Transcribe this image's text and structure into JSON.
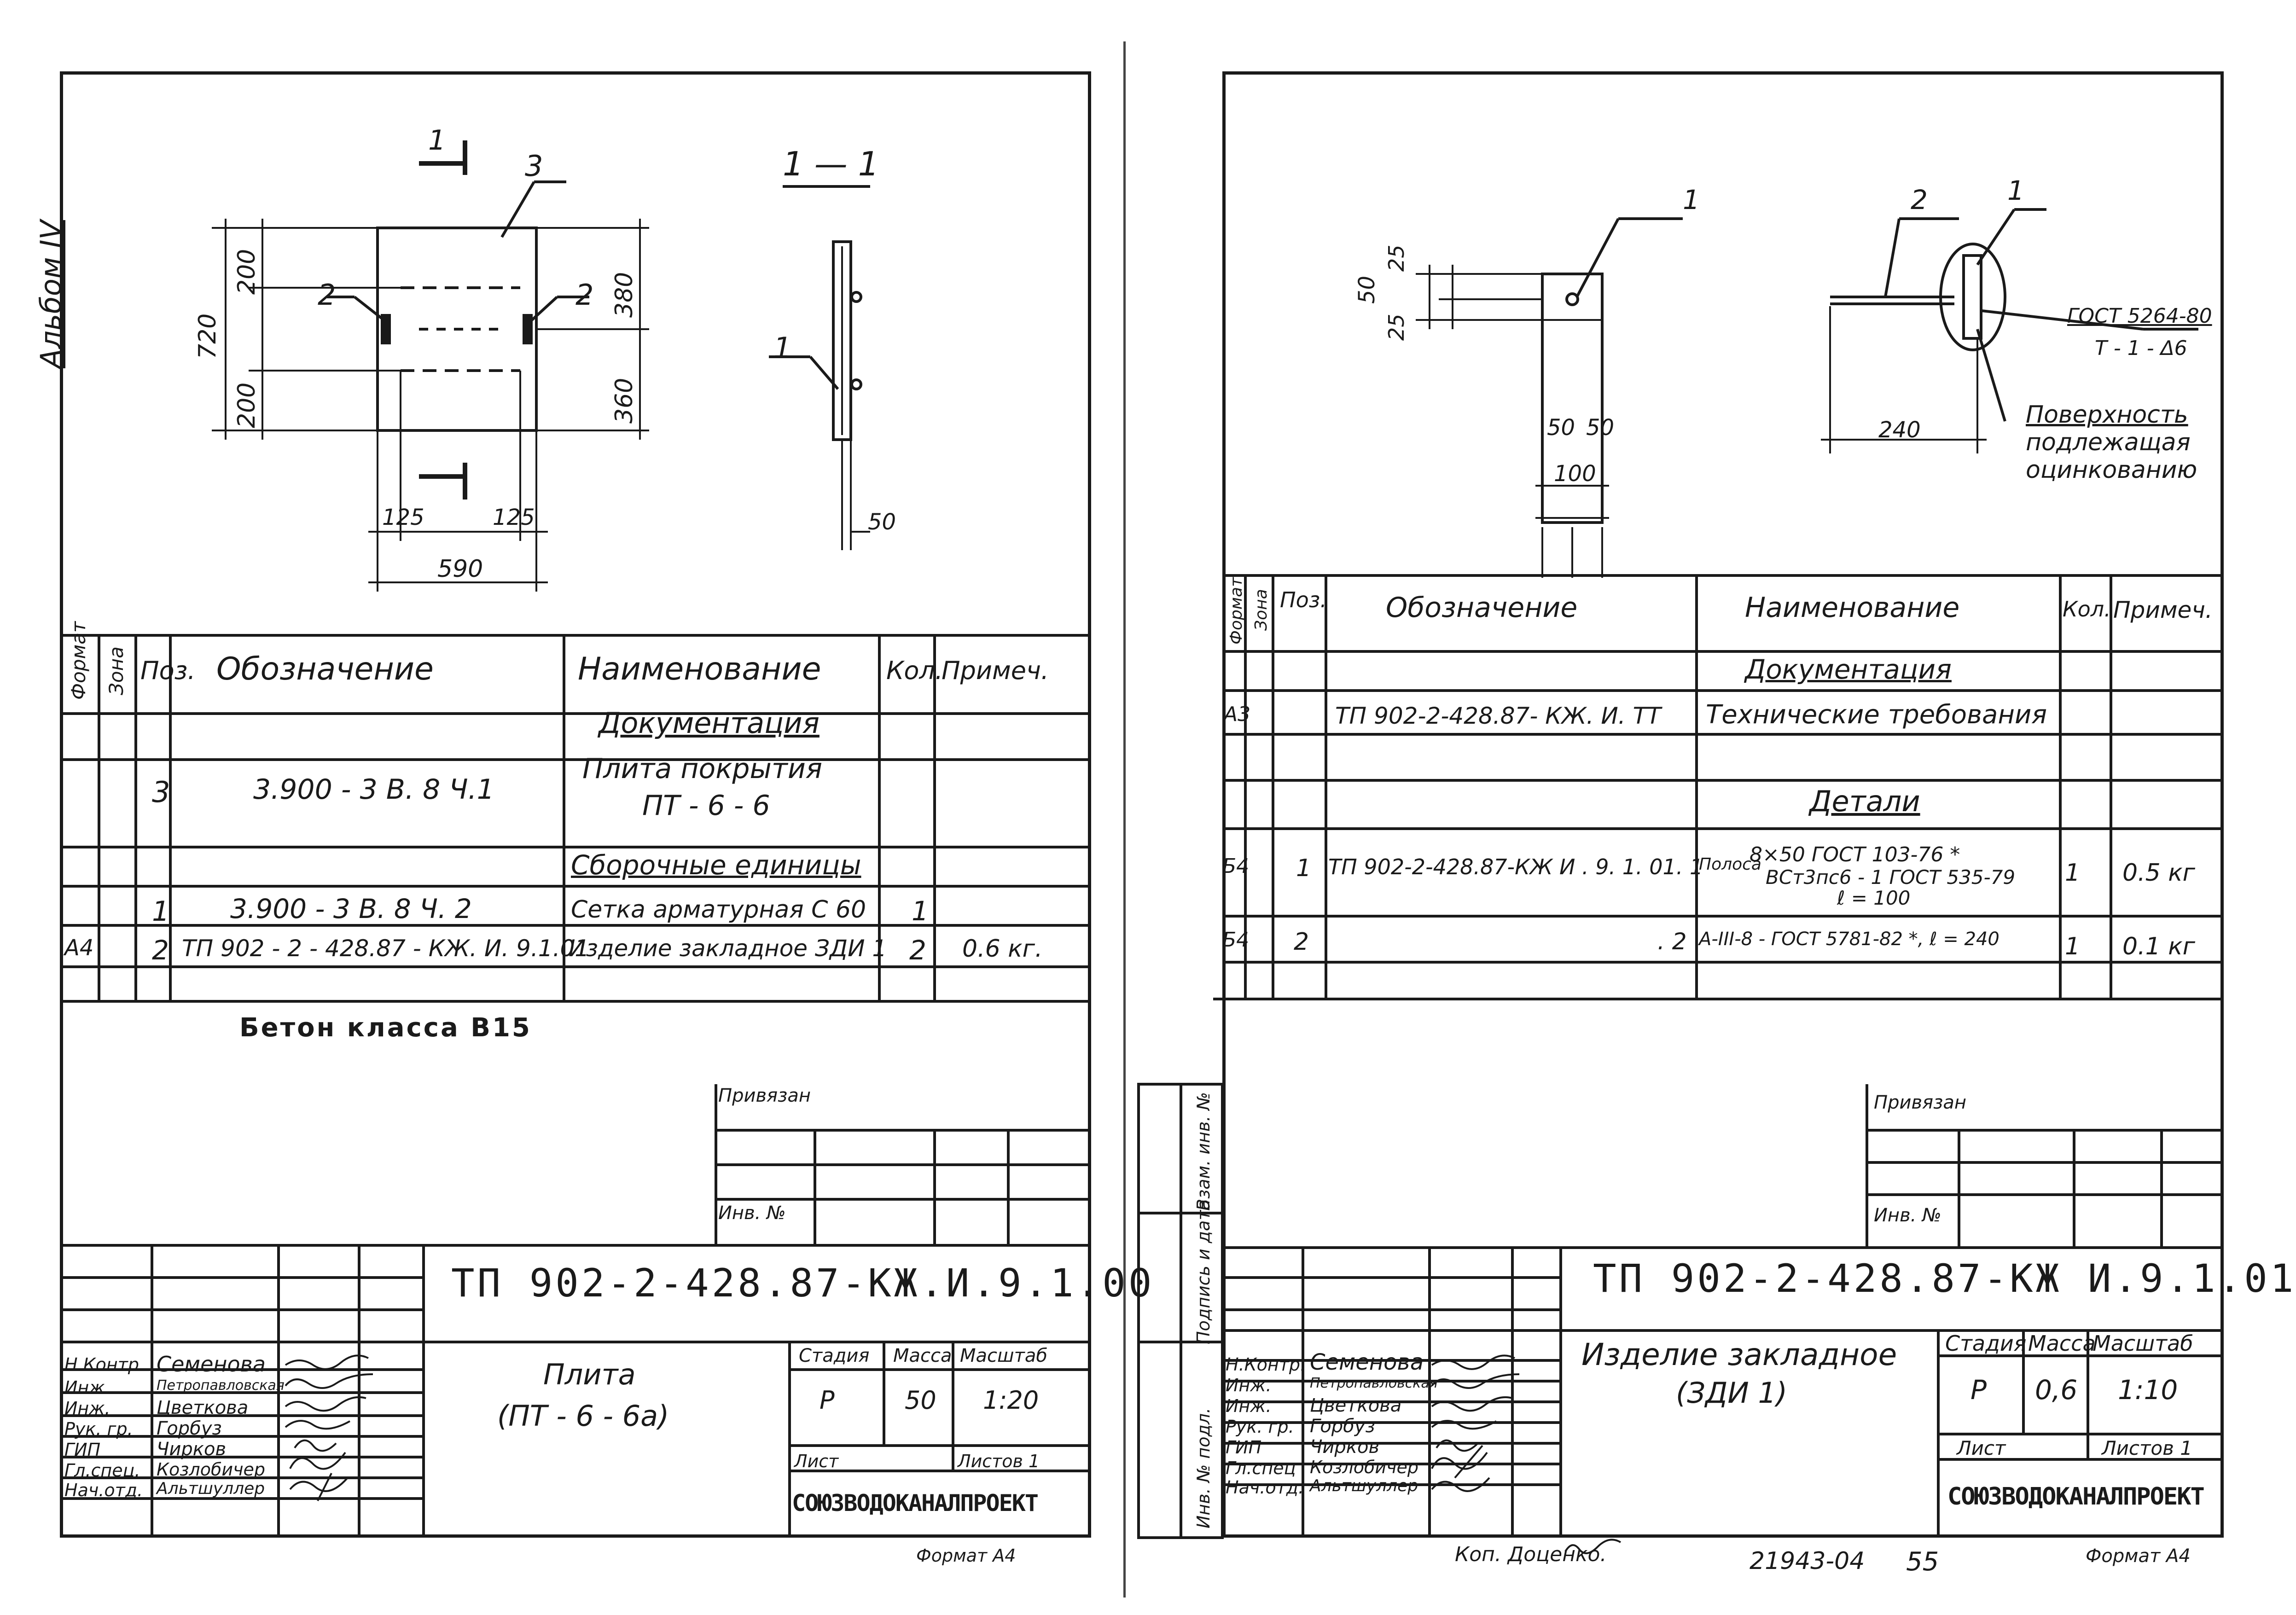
{
  "left": {
    "margin_note": "Альбом IV",
    "section_title": "1 — 1",
    "section_mark": "1",
    "callouts": {
      "c3": "3",
      "c2a": "2",
      "c2b": "2",
      "c1": "1"
    },
    "dims": {
      "d720": "720",
      "d200a": "200",
      "d200b": "200",
      "d380": "380",
      "d360": "360",
      "d125a": "125",
      "d125b": "125",
      "d590": "590",
      "d50": "50"
    },
    "spec": {
      "col_format": "Формат",
      "col_zone": "Зона",
      "col_pos": "Поз.",
      "col_designation": "Обозначение",
      "col_name": "Наименование",
      "col_qty": "Кол.",
      "col_note": "Примеч.",
      "section_docs": "Документация",
      "row3_pos": "3",
      "row3_desig": "3.900 - 3 В. 8 Ч.1",
      "row3_name_1": "Плита покрытия",
      "row3_name_2": "ПТ - 6 - 6",
      "section_units": "Сборочные единицы",
      "row1_pos": "1",
      "row1_desig": "3.900 - 3 В. 8 Ч. 2",
      "row1_name": "Сетка арматурная С 60",
      "row1_qty": "1",
      "row2_format": "А4",
      "row2_pos": "2",
      "row2_desig": "ТП 902 - 2 - 428.87 - КЖ. И. 9.1.01",
      "row2_name": "Изделие закладное ЗДИ 1",
      "row2_qty": "2",
      "row2_note": "0.6 кг."
    },
    "concrete_note": "Бетон класса  В15",
    "privyazan": "Привязан",
    "inv_no": "Инв. №",
    "title_code": "ТП 902-2-428.87-КЖ.И.9.1.00",
    "item_name_1": "Плита",
    "item_name_2": "(ПТ - 6 - 6а)",
    "stage_label": "Стадия",
    "mass_label": "Масса",
    "scale_label": "Масштаб",
    "stage_val": "Р",
    "mass_val": "50",
    "scale_val": "1:20",
    "sheet_label": "Лист",
    "sheets_label": "Листов 1",
    "org": "СОЮЗВОДОКАНАЛПРОЕКТ",
    "format": "Формат А4",
    "signers": [
      {
        "role": "Н.Контр.",
        "name": "Семенова"
      },
      {
        "role": "Инж.",
        "name": "Петропавловская"
      },
      {
        "role": "Инж.",
        "name": "Цветкова"
      },
      {
        "role": "Рук. гр.",
        "name": "Горбуз"
      },
      {
        "role": "ГИП",
        "name": "Чирков"
      },
      {
        "role": "Гл.спец.",
        "name": "Козлобичер"
      },
      {
        "role": "Нач.отд.",
        "name": "Альтшуллер"
      }
    ]
  },
  "right": {
    "side_labels": {
      "a": "Взам. инв. №",
      "b": "Подпись и дата",
      "c": "Инв. № подл."
    },
    "callouts": {
      "c1a": "1",
      "c2": "2",
      "c1b": "1"
    },
    "dims": {
      "d50": "50",
      "d25a": "25",
      "d25b": "25",
      "d50a": "50",
      "d50b": "50",
      "d100": "100",
      "d240": "240"
    },
    "weld_1": "ГОСТ 5264-80",
    "weld_2": "Т - 1 - Δ6",
    "surface_1": "Поверхность",
    "surface_2": "подлежащая",
    "surface_3": "оцинкованию",
    "spec": {
      "col_format": "Формат",
      "col_zone": "Зона",
      "col_pos": "Поз.",
      "col_designation": "Обозначение",
      "col_name": "Наименование",
      "col_qty": "Кол.",
      "col_note": "Примеч.",
      "section_docs": "Документация",
      "rowA_format": "А3",
      "rowA_desig": "ТП 902-2-428.87- КЖ. И. ТТ",
      "rowA_name": "Технические требования",
      "section_parts": "Детали",
      "row1_format": "Б4",
      "row1_pos": "1",
      "row1_desig": "ТП 902-2-428.87-КЖ И . 9. 1. 01. 1",
      "row1_name_a": "Полоса",
      "row1_name_b": "8×50 ГОСТ 103-76 *",
      "row1_name_c": "ВСт3пс6 - 1 ГОСТ 535-79",
      "row1_name_d": "ℓ = 100",
      "row1_qty": "1",
      "row1_note": "0.5 кг",
      "row2_format": "Б4",
      "row2_pos": "2",
      "row2_desig": ". 2",
      "row2_name": "А-III-8 - ГОСТ 5781-82 *, ℓ = 240",
      "row2_qty": "1",
      "row2_note": "0.1 кг"
    },
    "privyazan": "Привязан",
    "inv_no": "Инв. №",
    "title_code": "ТП 902-2-428.87-КЖ И.9.1.01",
    "item_name_1": "Изделие  закладное",
    "item_name_2": "(ЗДИ 1)",
    "stage_label": "Стадия",
    "mass_label": "Масса",
    "scale_label": "Масштаб",
    "stage_val": "Р",
    "mass_val": "0,6",
    "scale_val": "1:10",
    "sheet_label": "Лист",
    "sheets_label": "Листов 1",
    "org": "СОЮЗВОДОКАНАЛПРОЕКТ",
    "format": "Формат А4",
    "bottom_note": "Коп. Доценко.",
    "bottom_num": "21943-04",
    "page_num": "55",
    "signers": [
      {
        "role": "Н.Контр.",
        "name": "Семенова"
      },
      {
        "role": "Инж.",
        "name": "Петропавловская"
      },
      {
        "role": "Инж.",
        "name": "Цветкова"
      },
      {
        "role": "Рук. гр.",
        "name": "Горбуз"
      },
      {
        "role": "ГИП",
        "name": "Чирков"
      },
      {
        "role": "Гл.спец",
        "name": "Козлобичер"
      },
      {
        "role": "Нач.отд.",
        "name": "Альтшуллер"
      }
    ]
  }
}
